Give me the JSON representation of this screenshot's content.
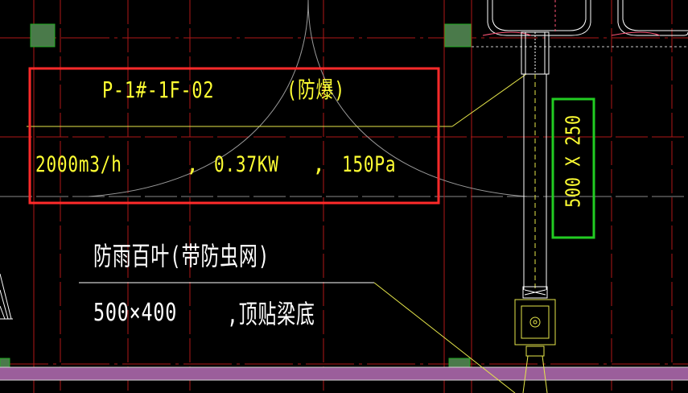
{
  "fan_label": {
    "tag": "P-1#-1F-02",
    "explosion_proof": "(防爆)",
    "airflow": "2000m3/h",
    "separator": ",",
    "power": "0.37KW",
    "pressure": "150Pa"
  },
  "louver_label": {
    "title": "防雨百叶(带防虫网)",
    "size": "500×400",
    "mounting_note": ",顶贴梁底"
  },
  "duct_label": {
    "size": "500 X 250"
  },
  "colors": {
    "background": "#000000",
    "grid": "#cc1111",
    "text_yellow": "#ffff33",
    "text_white": "#ffffff",
    "highlight_box_red": "#ff2a2a",
    "highlight_box_green": "#22cc22",
    "column": "#4a7a4a",
    "wall_band": "#9b5e9b"
  }
}
